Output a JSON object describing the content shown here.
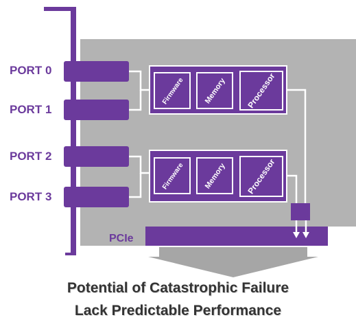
{
  "ports": [
    "PORT 0",
    "PORT 1",
    "PORT 2",
    "PORT 3"
  ],
  "bus_label": "PCIe",
  "controller_top": {
    "firmware": "Firmware",
    "memory": "Memory",
    "processor": "Processor"
  },
  "controller_bottom": {
    "firmware": "Firmware",
    "memory": "Memory",
    "processor": "Processor"
  },
  "caption": {
    "line1": "Potential of Catastrophic Failure",
    "line2": "Lack Predictable Performance"
  },
  "colors": {
    "purple": "#6b3a9c",
    "card_gray": "#b3b3b3",
    "arrow_gray": "#a6a6a6",
    "text_dark": "#333333"
  }
}
